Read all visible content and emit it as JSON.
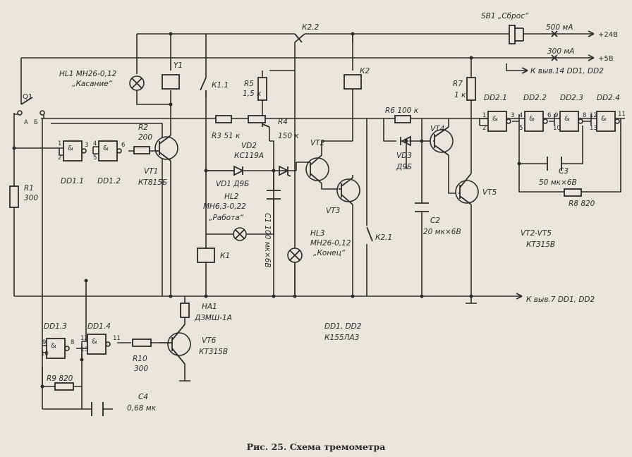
{
  "caption": "Рис. 25. Схема тремометра",
  "switches": {
    "sb1": "SB1 „Сброс“",
    "q1": "Q1",
    "q1_a": "А",
    "q1_b": "Б",
    "k22": "К2.2",
    "k11": "К1.1",
    "k21": "К2.1"
  },
  "supply": {
    "v24_current": "500 мА",
    "v24": "+24В",
    "v5_current": "300 мА",
    "v5": "+5В",
    "dd_vcc": "К выв.14  DD1, DD2",
    "dd_gnd": "К выв.7  DD1, DD2"
  },
  "lamps": {
    "hl1": [
      "HL1  МН26-0,12",
      "„Касание“"
    ],
    "hl2": [
      "HL2",
      "МН6,3-0,22",
      "„Работа“"
    ],
    "hl3": [
      "HL3",
      "МН26-0,12",
      "„Конец“"
    ]
  },
  "relays": {
    "y1": "Y1",
    "k1": "К1",
    "k2": "К2"
  },
  "resistors": {
    "r1": [
      "R1",
      "300"
    ],
    "r2": [
      "R2",
      "200"
    ],
    "r3": "R3  51 к",
    "r4": [
      "R4",
      "150 к"
    ],
    "r5": [
      "R5",
      "1,5 к"
    ],
    "r6": "R6  100 к",
    "r7": [
      "R7",
      "1 к"
    ],
    "r8": "R8  820",
    "r9": "R9  820",
    "r10": [
      "R10",
      "300"
    ]
  },
  "capacitors": {
    "c1": "С1  100 мк×6В",
    "c2": [
      "С2",
      "20 мк×6В"
    ],
    "c3": [
      "С3",
      "50 мк×6В"
    ],
    "c4": [
      "С4",
      "0,68 мк"
    ]
  },
  "diodes": {
    "vd1": "VD1  Д9Б",
    "vd2": [
      "VD2",
      "КС119А"
    ],
    "vd3": [
      "VD3",
      "Д9Б"
    ]
  },
  "transistors": {
    "vt1": [
      "VT1",
      "КТ815Б"
    ],
    "vt2": "VT2",
    "vt3": "VT3",
    "vt4": "VT4",
    "vt5": "VT5",
    "vt6": [
      "VT6",
      "КТ315В"
    ],
    "vt25": [
      "VT2-VT5",
      "КТ315В"
    ]
  },
  "buzzer": [
    "НА1",
    "ДЗМШ-1А"
  ],
  "gates": {
    "dd11": "DD1.1",
    "dd12": "DD1.2",
    "dd13": "DD1.3",
    "dd14": "DD1.4",
    "dd21": "DD2.1",
    "dd22": "DD2.2",
    "dd23": "DD2.3",
    "dd24": "DD2.4",
    "symbol": "&",
    "ics": [
      "DD1, DD2",
      "К155ЛА3"
    ]
  },
  "pins": {
    "p1": "1",
    "p2": "2",
    "p3": "3",
    "p4": "4",
    "p5": "5",
    "p6": "6",
    "p8": "8",
    "p9": "9",
    "p10": "10",
    "p11": "11",
    "p12": "12",
    "p13": "13"
  }
}
